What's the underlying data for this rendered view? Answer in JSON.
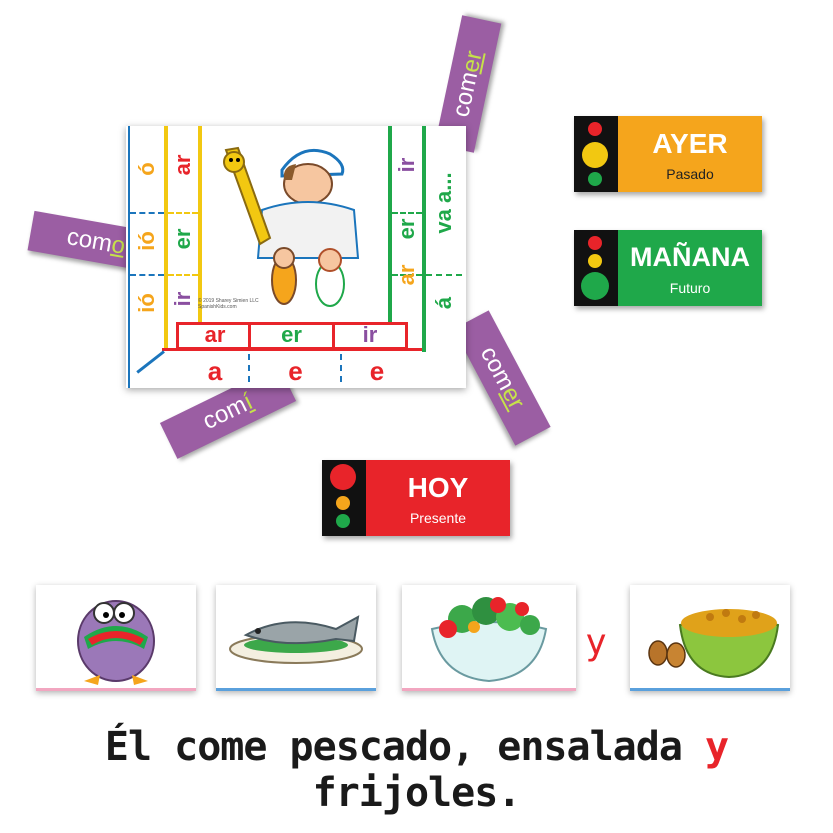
{
  "strips": [
    {
      "stem": "com",
      "ending": "er"
    },
    {
      "stem": "com",
      "ending": "o"
    },
    {
      "stem": "com",
      "ending": "í"
    },
    {
      "stem": "com",
      "ending": "er"
    }
  ],
  "board": {
    "copyright": "© 2019 Sharey Simien LLC  SpanishKids.com",
    "left_col1": [
      "ó",
      "ió",
      "ió"
    ],
    "left_col2": [
      "ar",
      "er",
      "ir"
    ],
    "right_col1": [
      "ir",
      "er",
      "ar"
    ],
    "right_col2": [
      "va a...",
      "á"
    ],
    "bottom_row1": [
      "ar",
      "er",
      "ir"
    ],
    "bottom_row2": [
      "a",
      "e",
      "e"
    ]
  },
  "time_cards": [
    {
      "word": "AYER",
      "sub": "Pasado",
      "color": "#f5a51c"
    },
    {
      "word": "MAÑANA",
      "sub": "Futuro",
      "color": "#1fa84a"
    },
    {
      "word": "HOY",
      "sub": "Presente",
      "color": "#e8242a"
    }
  ],
  "conj_letter": "y",
  "sentence": {
    "part1": "Él come pescado, ensalada ",
    "conj": "y",
    "part2": " frijoles."
  },
  "colors": {
    "purple": "#9b5ea3",
    "lime": "#c6e24a",
    "orange": "#f5a51c",
    "yellow": "#f2c811",
    "green": "#1fa84a",
    "red": "#e8242a",
    "blue": "#1b75bc"
  }
}
